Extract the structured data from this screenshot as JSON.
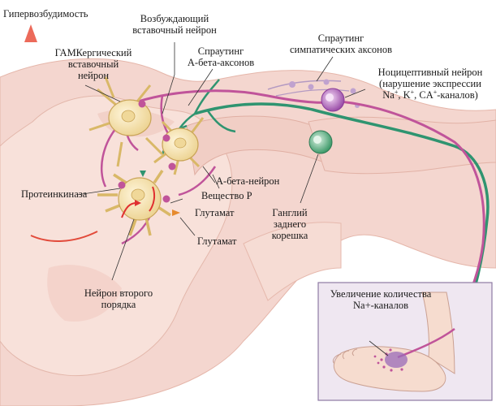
{
  "labels": {
    "hyperexcitability": "Гипервозбудимость",
    "gaba_interneuron_1": "ГАМКергический",
    "gaba_interneuron_2": "вставочный",
    "gaba_interneuron_3": "нейрон",
    "excitatory_interneuron_1": "Возбуждающий",
    "excitatory_interneuron_2": "вставочный нейрон",
    "abeta_sprouting_1": "Спраутинг",
    "abeta_sprouting_2": "А-бета-аксонов",
    "sympathetic_sprouting_1": "Спраутинг",
    "sympathetic_sprouting_2": "симпатических аксонов",
    "nociceptive_1": "Ноцицептивный нейрон",
    "nociceptive_2": "(нарушение экспрессии",
    "nociceptive_3_na": "Na",
    "nociceptive_3_k": ", K",
    "nociceptive_3_ca": ", CA",
    "nociceptive_3_end": "-каналов)",
    "plus": "+",
    "abeta_neuron": "А-бета-нейрон",
    "substance_p": "Вещество Р",
    "protein_kinase": "Протеинкиназа",
    "glutamate_1": "Глутамат",
    "glutamate_2": "Глутамат",
    "drg_1": "Ганглий",
    "drg_2": "заднего",
    "drg_3": "корешка",
    "second_order_1": "Нейрон второго",
    "second_order_2": "порядка",
    "na_channels_1": "Увеличение количества",
    "na_channels_2": "Na+-каналов"
  },
  "colors": {
    "tissue": "#f4d6cf",
    "tissue_dark": "#e9bcb2",
    "tissue_light": "#fbe9e4",
    "neuron_cream": "#f6e6b4",
    "neuron_stroke": "#d9b867",
    "magenta_fiber": "#c0549a",
    "green_fiber": "#2f9470",
    "red_arrow": "#e03030",
    "inset_bg": "#ece4ef",
    "inset_border": "#8e7aa3"
  }
}
